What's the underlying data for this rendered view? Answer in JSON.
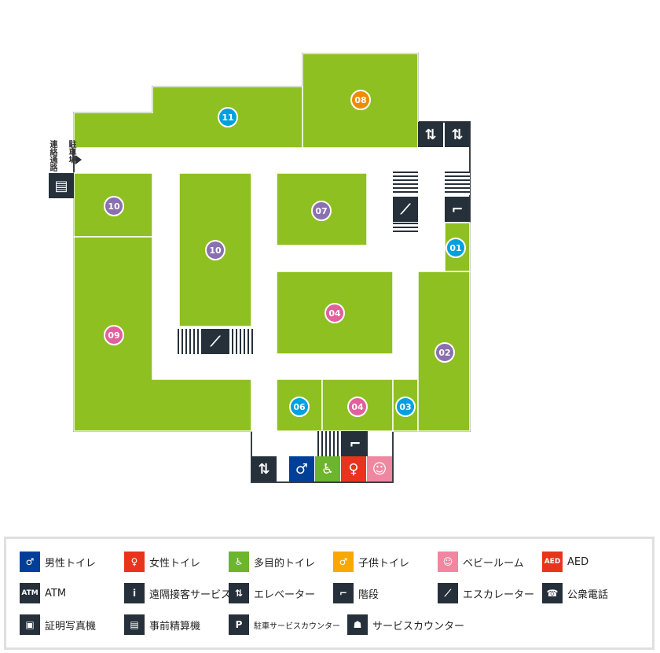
{
  "map": {
    "colors": {
      "shop": "#8fc021",
      "outline": "#3a3f44",
      "blue": "#00a0e0",
      "purple": "#8a70b0",
      "pink": "#e2609b",
      "orange": "#f08a00"
    },
    "shops": [
      {
        "id": "11",
        "color": "blue"
      },
      {
        "id": "08",
        "color": "orange"
      },
      {
        "id": "10",
        "color": "purple"
      },
      {
        "id": "09",
        "color": "pink"
      },
      {
        "id": "10",
        "color": "purple"
      },
      {
        "id": "07",
        "color": "purple"
      },
      {
        "id": "04",
        "color": "pink"
      },
      {
        "id": "06",
        "color": "blue"
      },
      {
        "id": "04",
        "color": "pink"
      },
      {
        "id": "03",
        "color": "blue"
      },
      {
        "id": "02",
        "color": "purple"
      },
      {
        "id": "01",
        "color": "blue"
      }
    ],
    "parking_label": "駐車場",
    "corridor_label": "連絡通路"
  },
  "legend": {
    "items": [
      {
        "label": "男性トイレ",
        "icon": "male-toilet-icon",
        "color": "#003f98",
        "glyph": "♂"
      },
      {
        "label": "女性トイレ",
        "icon": "female-toilet-icon",
        "color": "#e8341c",
        "glyph": "♀"
      },
      {
        "label": "多目的トイレ",
        "icon": "wheelchair-icon",
        "color": "#6cb52d",
        "glyph": "♿"
      },
      {
        "label": "子供トイレ",
        "icon": "child-toilet-icon",
        "color": "#f8a800",
        "glyph": "♂"
      },
      {
        "label": "ベビールーム",
        "icon": "baby-room-icon",
        "color": "#ef87a0",
        "glyph": "☺"
      },
      {
        "label": "AED",
        "icon": "aed-icon",
        "color": "#e8341c",
        "glyph": "AED"
      },
      {
        "label": "ATM",
        "icon": "atm-icon",
        "color": "#26303a",
        "glyph": "ATM"
      },
      {
        "label": "遠隔接客サービス",
        "icon": "info-icon",
        "color": "#26303a",
        "glyph": "i"
      },
      {
        "label": "エレベーター",
        "icon": "elevator-icon",
        "color": "#26303a",
        "glyph": "⇅"
      },
      {
        "label": "階段",
        "icon": "stairs-icon",
        "color": "#26303a",
        "glyph": "⌐"
      },
      {
        "label": "エスカレーター",
        "icon": "escalator-icon",
        "color": "#26303a",
        "glyph": "⟋"
      },
      {
        "label": "公衆電話",
        "icon": "phone-icon",
        "color": "#26303a",
        "glyph": "☎"
      },
      {
        "label": "証明写真機",
        "icon": "photo-booth-icon",
        "color": "#26303a",
        "glyph": "▣"
      },
      {
        "label": "事前精算機",
        "icon": "payment-machine-icon",
        "color": "#26303a",
        "glyph": "▤"
      },
      {
        "label": "駐車サービスカウンター",
        "icon": "parking-icon",
        "color": "#26303a",
        "glyph": "P"
      },
      {
        "label": "サービスカウンター",
        "icon": "service-counter-icon",
        "color": "#26303a",
        "glyph": "☗"
      }
    ]
  }
}
